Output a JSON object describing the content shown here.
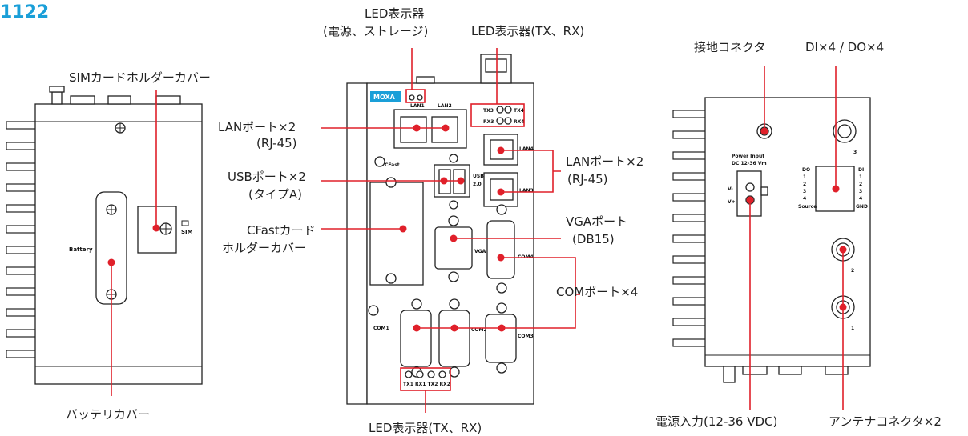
{
  "model": "1122",
  "labels": {
    "sim_cover": "SIMカードホルダーカバー",
    "battery_cover": "バッテリカバー",
    "led_power_storage_1": "LED表示器",
    "led_power_storage_2": "(電源、ストレージ)",
    "led_txrx_top": "LED表示器(TX、RX)",
    "lan_left_1": "LANポート×2",
    "lan_left_2": "(RJ-45)",
    "usb_1": "USBポート×2",
    "usb_2": "(タイプA)",
    "cfast_1": "CFastカード",
    "cfast_2": "ホルダーカバー",
    "lan_right_1": "LANポート×2",
    "lan_right_2": "(RJ-45)",
    "vga_1": "VGAポート",
    "vga_2": "(DB15)",
    "com": "COMポート×4",
    "led_txrx_bottom": "LED表示器(TX、RX)",
    "ground": "接地コネクタ",
    "dido": "DI×4 / DO×4",
    "power_input": "電源入力(12-36 VDC)",
    "antenna": "アンテナコネクタ×2"
  },
  "panel_text": {
    "battery": "Battery",
    "sim": "SIM",
    "moxa": "MOXA",
    "lan1": "LAN1",
    "lan2": "LAN2",
    "lan4": "LAN4",
    "lan3": "LAN3",
    "tx3": "TX3",
    "rx3": "RX3",
    "tx4": "TX4",
    "rx4": "RX4",
    "cfast": "CFast",
    "usb": "USB",
    "usb_ver": "2.0",
    "vga": "VGA",
    "com4": "COM4",
    "com1": "COM1",
    "com2": "COM2",
    "com3": "COM3",
    "led_row": "TX1 RX1 TX2 RX2",
    "power_input_1": "Power Input",
    "power_input_2": "DC 12-36 Vm",
    "v_minus": "V-",
    "v_plus": "V+",
    "do": "DO",
    "di": "DI",
    "n1": "1",
    "n2": "2",
    "n3": "3",
    "n4": "4",
    "source": "Source",
    "gnd": "GND",
    "ant3": "3",
    "ant2": "2",
    "ant1": "1"
  },
  "colors": {
    "accent": "#e0202a",
    "model": "#1a9fd8",
    "brand": "#1a9fd8",
    "ink": "#222222"
  }
}
